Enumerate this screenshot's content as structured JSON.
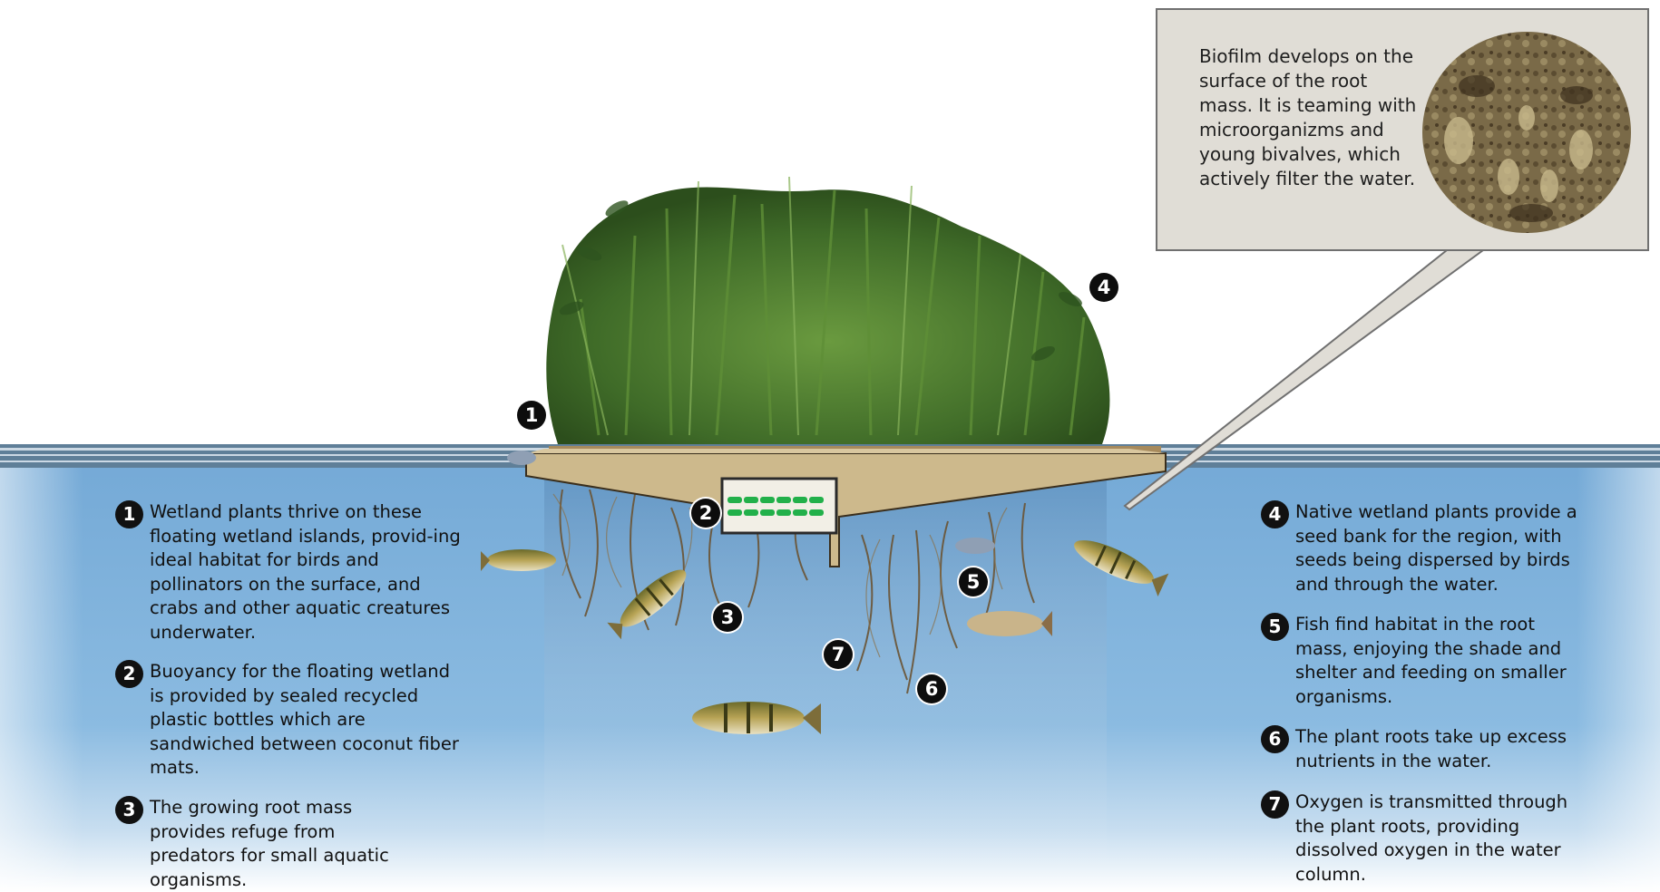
{
  "callout": {
    "text": "Biofilm develops on the surface of the root mass. It is teaming with microorganizms and young bivalves, which actively filter the water."
  },
  "badges": [
    "1",
    "2",
    "3",
    "4",
    "5",
    "6",
    "7"
  ],
  "notes": [
    {
      "num": "1",
      "text": "Wetland plants thrive on these floating wetland islands, provid-ing ideal habitat for birds and pollinators on the surface, and crabs and other aquatic creatures underwater."
    },
    {
      "num": "2",
      "text": "Buoyancy for the floating wetland is provided by sealed recycled plastic bottles which are sandwiched between coconut fiber mats."
    },
    {
      "num": "3",
      "text": "The growing root mass provides refuge from predators for small aquatic organisms."
    },
    {
      "num": "4",
      "text": "Native wetland plants provide a seed bank for the region, with seeds being dispersed by birds and through the water."
    },
    {
      "num": "5",
      "text": "Fish find habitat in the root mass, enjoying the shade and shelter and feeding on smaller organisms."
    },
    {
      "num": "6",
      "text": "The plant roots take up excess nutrients in the water."
    },
    {
      "num": "7",
      "text": "Oxygen is transmitted through the plant roots, providing dissolved oxygen in the water column."
    }
  ],
  "colors": {
    "water_top": "#7aaed9",
    "water_bottom": "#ffffff",
    "mat": "#c7b48a",
    "vegetation": "#4c7a2e",
    "roots": "#6b5434",
    "bottle_green": "#22b04a",
    "callout_bg": "#e0ddd6"
  }
}
